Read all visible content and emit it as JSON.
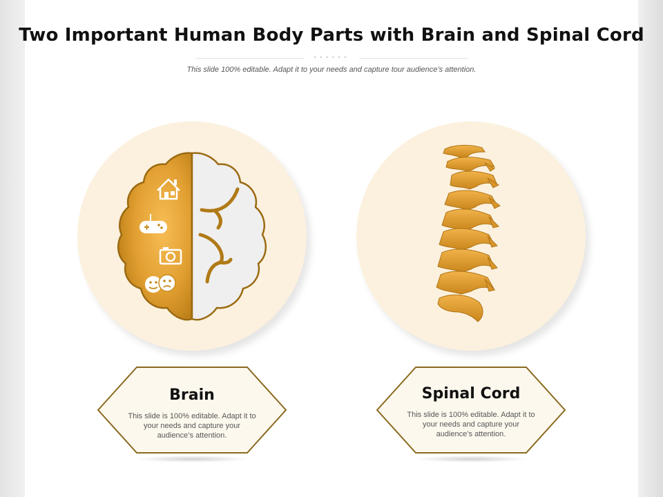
{
  "title": "Two Important Human Body Parts with Brain and Spinal Cord",
  "subtitle": "This slide 100% editable. Adapt it to your needs and capture tour audience’s attention.",
  "colors": {
    "accent": "#c68a1a",
    "accent_light": "#f3b54a",
    "circle_bg": "#fcf1de",
    "hex_border": "#8a6a1f",
    "hex_bg": "#fdf8ee"
  },
  "cards": [
    {
      "title": "Brain",
      "text": "This slide is 100% editable. Adapt it to your needs and capture your audience’s attention.",
      "icon": "brain-icon"
    },
    {
      "title": "Spinal Cord",
      "text": "This slide is 100% editable. Adapt it to your needs and capture your audience’s attention.",
      "icon": "spine-icon"
    }
  ],
  "brain_icons": [
    "home-icon",
    "gamepad-icon",
    "camera-icon",
    "theater-masks-icon"
  ]
}
